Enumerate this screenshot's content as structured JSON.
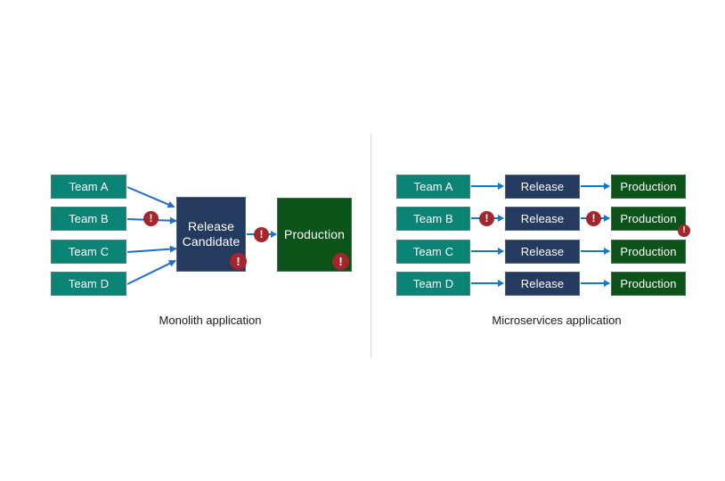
{
  "diagram": {
    "title_left": "Monolith application",
    "title_right": "Microservices application",
    "colors": {
      "team": "#0b8476",
      "release": "#243a5e",
      "production": "#0b5318",
      "arrow": "#1278c8",
      "arrow_diagonal": "#1f6fc4",
      "alert": "#a4262c",
      "divider": "#d8d8d8",
      "background": "#ffffff",
      "text": "#ffffff",
      "caption_text": "#1a1a1a"
    },
    "alert_glyph": "!"
  },
  "monolith": {
    "teams": [
      {
        "label": "Team A",
        "has_alert": false
      },
      {
        "label": "Team B",
        "has_alert": true
      },
      {
        "label": "Team C",
        "has_alert": false
      },
      {
        "label": "Team D",
        "has_alert": false
      }
    ],
    "release_candidate": {
      "line1": "Release",
      "line2": "Candidate",
      "has_alert": true
    },
    "production": {
      "label": "Production",
      "has_alert": true
    },
    "link_alert": true
  },
  "microservices": {
    "rows": [
      {
        "team": "Team A",
        "release": "Release",
        "production": "Production",
        "team_link_alert": false,
        "release_link_alert": false,
        "production_alert": false
      },
      {
        "team": "Team B",
        "release": "Release",
        "production": "Production",
        "team_link_alert": true,
        "release_link_alert": true,
        "production_alert": true
      },
      {
        "team": "Team C",
        "release": "Release",
        "production": "Production",
        "team_link_alert": false,
        "release_link_alert": false,
        "production_alert": false
      },
      {
        "team": "Team D",
        "release": "Release",
        "production": "Production",
        "team_link_alert": false,
        "release_link_alert": false,
        "production_alert": false
      }
    ]
  }
}
